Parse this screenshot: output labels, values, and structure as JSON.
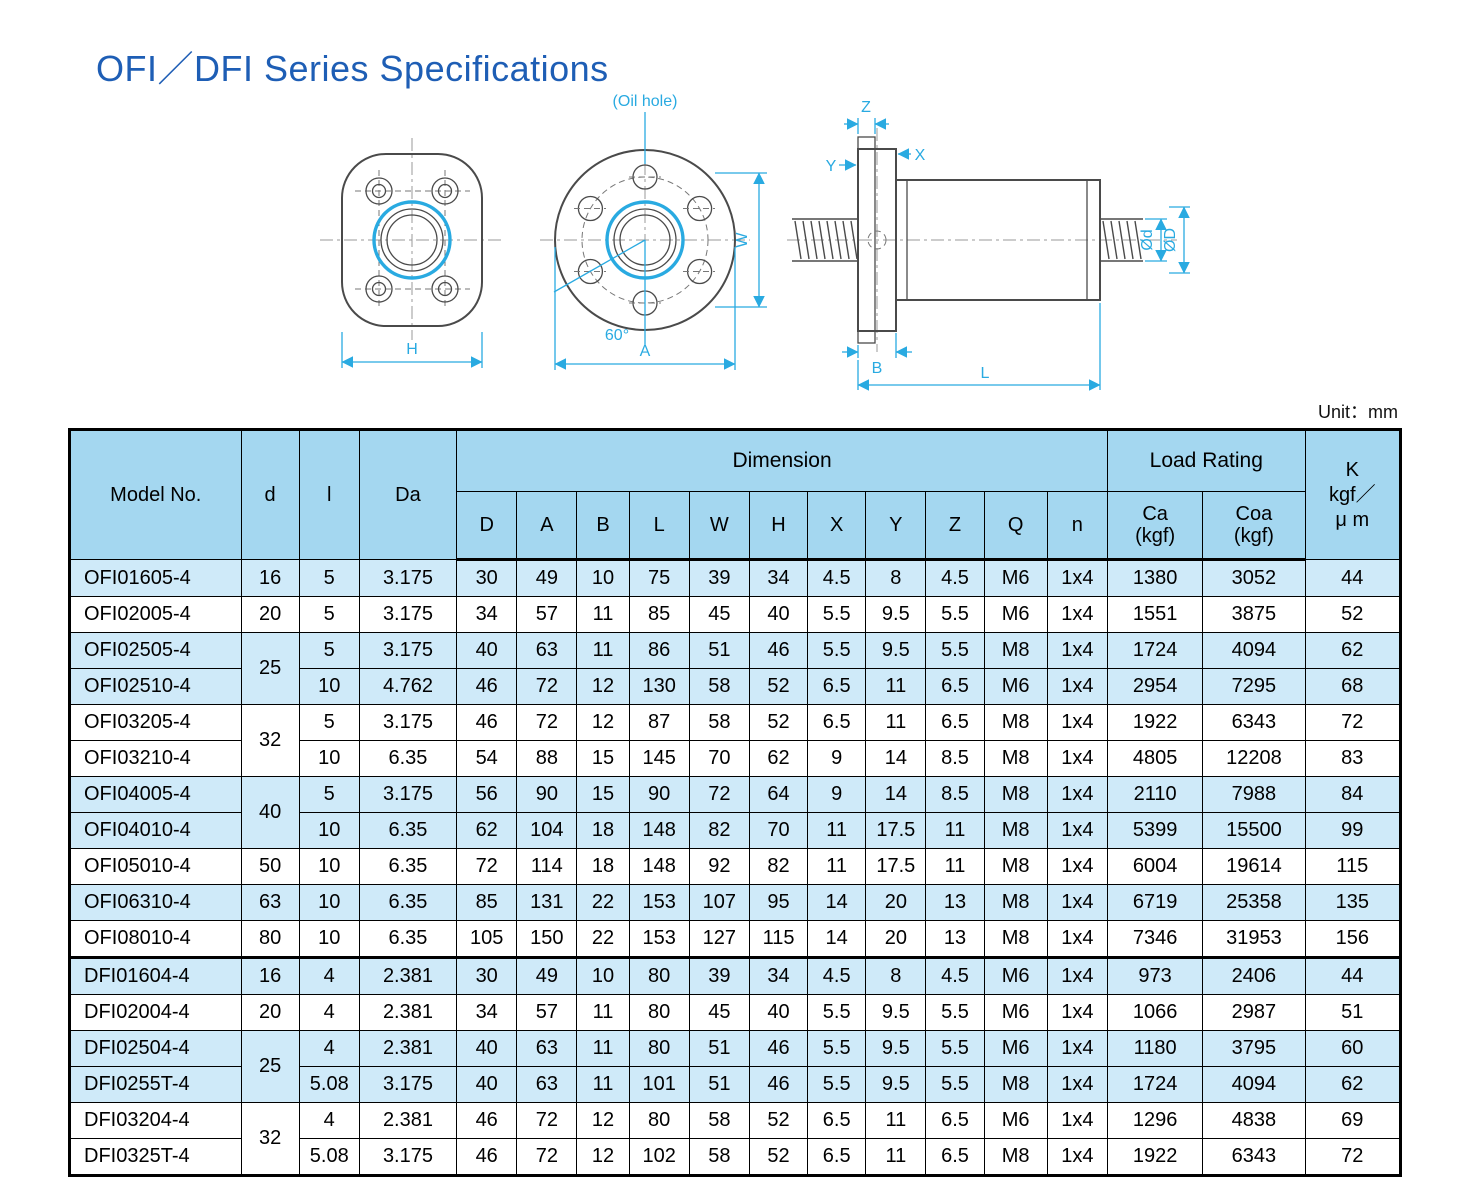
{
  "title": "OFI／DFI Series Specifications",
  "unit_label": "Unit：mm",
  "colors": {
    "title_blue": "#1e5eb5",
    "header_fill": "#a4d7f0",
    "stripe_fill": "#cfeaf9",
    "dimension_cyan": "#29aae1",
    "line_dark": "#4a4a4a"
  },
  "drawing_labels": {
    "oil_hole": "(Oil hole)",
    "H": "H",
    "A": "A",
    "B": "B",
    "L": "L",
    "W": "W",
    "X": "X",
    "Y": "Y",
    "Z": "Z",
    "angle_60": "60°",
    "dia_small": "Ød",
    "dia_large": "ØD"
  },
  "table": {
    "headers": {
      "model": "Model No.",
      "d": "d",
      "l": "l",
      "da": "Da",
      "dimension_group": "Dimension",
      "dim_columns": [
        "D",
        "A",
        "B",
        "L",
        "W",
        "H",
        "X",
        "Y",
        "Z",
        "Q",
        "n"
      ],
      "load_rating_group": "Load Rating",
      "ca_line1": "Ca",
      "ca_line2": "(kgf)",
      "coa_line1": "Coa",
      "coa_line2": "(kgf)",
      "k_line1": "K",
      "k_line2": "kgf／",
      "k_line3": "μ m"
    },
    "rows": [
      {
        "model": "OFI01605-4",
        "d": "16",
        "d_rowspan": 1,
        "l": "5",
        "da": "3.175",
        "dims": [
          "30",
          "49",
          "10",
          "75",
          "39",
          "34",
          "4.5",
          "8",
          "4.5",
          "M6",
          "1x4"
        ],
        "ca": "1380",
        "coa": "3052",
        "k": "44",
        "shade": true,
        "section_start": false
      },
      {
        "model": "OFI02005-4",
        "d": "20",
        "d_rowspan": 1,
        "l": "5",
        "da": "3.175",
        "dims": [
          "34",
          "57",
          "11",
          "85",
          "45",
          "40",
          "5.5",
          "9.5",
          "5.5",
          "M6",
          "1x4"
        ],
        "ca": "1551",
        "coa": "3875",
        "k": "52",
        "shade": false,
        "section_start": false
      },
      {
        "model": "OFI02505-4",
        "d": "25",
        "d_rowspan": 2,
        "l": "5",
        "da": "3.175",
        "dims": [
          "40",
          "63",
          "11",
          "86",
          "51",
          "46",
          "5.5",
          "9.5",
          "5.5",
          "M8",
          "1x4"
        ],
        "ca": "1724",
        "coa": "4094",
        "k": "62",
        "shade": true,
        "section_start": false
      },
      {
        "model": "OFI02510-4",
        "d": null,
        "d_rowspan": 0,
        "l": "10",
        "da": "4.762",
        "dims": [
          "46",
          "72",
          "12",
          "130",
          "58",
          "52",
          "6.5",
          "11",
          "6.5",
          "M6",
          "1x4"
        ],
        "ca": "2954",
        "coa": "7295",
        "k": "68",
        "shade": true,
        "section_start": false
      },
      {
        "model": "OFI03205-4",
        "d": "32",
        "d_rowspan": 2,
        "l": "5",
        "da": "3.175",
        "dims": [
          "46",
          "72",
          "12",
          "87",
          "58",
          "52",
          "6.5",
          "11",
          "6.5",
          "M8",
          "1x4"
        ],
        "ca": "1922",
        "coa": "6343",
        "k": "72",
        "shade": false,
        "section_start": false
      },
      {
        "model": "OFI03210-4",
        "d": null,
        "d_rowspan": 0,
        "l": "10",
        "da": "6.35",
        "dims": [
          "54",
          "88",
          "15",
          "145",
          "70",
          "62",
          "9",
          "14",
          "8.5",
          "M8",
          "1x4"
        ],
        "ca": "4805",
        "coa": "12208",
        "k": "83",
        "shade": false,
        "section_start": false
      },
      {
        "model": "OFI04005-4",
        "d": "40",
        "d_rowspan": 2,
        "l": "5",
        "da": "3.175",
        "dims": [
          "56",
          "90",
          "15",
          "90",
          "72",
          "64",
          "9",
          "14",
          "8.5",
          "M8",
          "1x4"
        ],
        "ca": "2110",
        "coa": "7988",
        "k": "84",
        "shade": true,
        "section_start": false
      },
      {
        "model": "OFI04010-4",
        "d": null,
        "d_rowspan": 0,
        "l": "10",
        "da": "6.35",
        "dims": [
          "62",
          "104",
          "18",
          "148",
          "82",
          "70",
          "11",
          "17.5",
          "11",
          "M8",
          "1x4"
        ],
        "ca": "5399",
        "coa": "15500",
        "k": "99",
        "shade": true,
        "section_start": false
      },
      {
        "model": "OFI05010-4",
        "d": "50",
        "d_rowspan": 1,
        "l": "10",
        "da": "6.35",
        "dims": [
          "72",
          "114",
          "18",
          "148",
          "92",
          "82",
          "11",
          "17.5",
          "11",
          "M8",
          "1x4"
        ],
        "ca": "6004",
        "coa": "19614",
        "k": "115",
        "shade": false,
        "section_start": false
      },
      {
        "model": "OFI06310-4",
        "d": "63",
        "d_rowspan": 1,
        "l": "10",
        "da": "6.35",
        "dims": [
          "85",
          "131",
          "22",
          "153",
          "107",
          "95",
          "14",
          "20",
          "13",
          "M8",
          "1x4"
        ],
        "ca": "6719",
        "coa": "25358",
        "k": "135",
        "shade": true,
        "section_start": false
      },
      {
        "model": "OFI08010-4",
        "d": "80",
        "d_rowspan": 1,
        "l": "10",
        "da": "6.35",
        "dims": [
          "105",
          "150",
          "22",
          "153",
          "127",
          "115",
          "14",
          "20",
          "13",
          "M8",
          "1x4"
        ],
        "ca": "7346",
        "coa": "31953",
        "k": "156",
        "shade": false,
        "section_start": false
      },
      {
        "model": "DFI01604-4",
        "d": "16",
        "d_rowspan": 1,
        "l": "4",
        "da": "2.381",
        "dims": [
          "30",
          "49",
          "10",
          "80",
          "39",
          "34",
          "4.5",
          "8",
          "4.5",
          "M6",
          "1x4"
        ],
        "ca": "973",
        "coa": "2406",
        "k": "44",
        "shade": true,
        "section_start": true
      },
      {
        "model": "DFI02004-4",
        "d": "20",
        "d_rowspan": 1,
        "l": "4",
        "da": "2.381",
        "dims": [
          "34",
          "57",
          "11",
          "80",
          "45",
          "40",
          "5.5",
          "9.5",
          "5.5",
          "M6",
          "1x4"
        ],
        "ca": "1066",
        "coa": "2987",
        "k": "51",
        "shade": false,
        "section_start": false
      },
      {
        "model": "DFI02504-4",
        "d": "25",
        "d_rowspan": 2,
        "l": "4",
        "da": "2.381",
        "dims": [
          "40",
          "63",
          "11",
          "80",
          "51",
          "46",
          "5.5",
          "9.5",
          "5.5",
          "M6",
          "1x4"
        ],
        "ca": "1180",
        "coa": "3795",
        "k": "60",
        "shade": true,
        "section_start": false
      },
      {
        "model": "DFI0255T-4",
        "d": null,
        "d_rowspan": 0,
        "l": "5.08",
        "da": "3.175",
        "dims": [
          "40",
          "63",
          "11",
          "101",
          "51",
          "46",
          "5.5",
          "9.5",
          "5.5",
          "M8",
          "1x4"
        ],
        "ca": "1724",
        "coa": "4094",
        "k": "62",
        "shade": true,
        "section_start": false
      },
      {
        "model": "DFI03204-4",
        "d": "32",
        "d_rowspan": 2,
        "l": "4",
        "da": "2.381",
        "dims": [
          "46",
          "72",
          "12",
          "80",
          "58",
          "52",
          "6.5",
          "11",
          "6.5",
          "M6",
          "1x4"
        ],
        "ca": "1296",
        "coa": "4838",
        "k": "69",
        "shade": false,
        "section_start": false
      },
      {
        "model": "DFI0325T-4",
        "d": null,
        "d_rowspan": 0,
        "l": "5.08",
        "da": "3.175",
        "dims": [
          "46",
          "72",
          "12",
          "102",
          "58",
          "52",
          "6.5",
          "11",
          "6.5",
          "M8",
          "1x4"
        ],
        "ca": "1922",
        "coa": "6343",
        "k": "72",
        "shade": false,
        "section_start": false
      }
    ]
  }
}
